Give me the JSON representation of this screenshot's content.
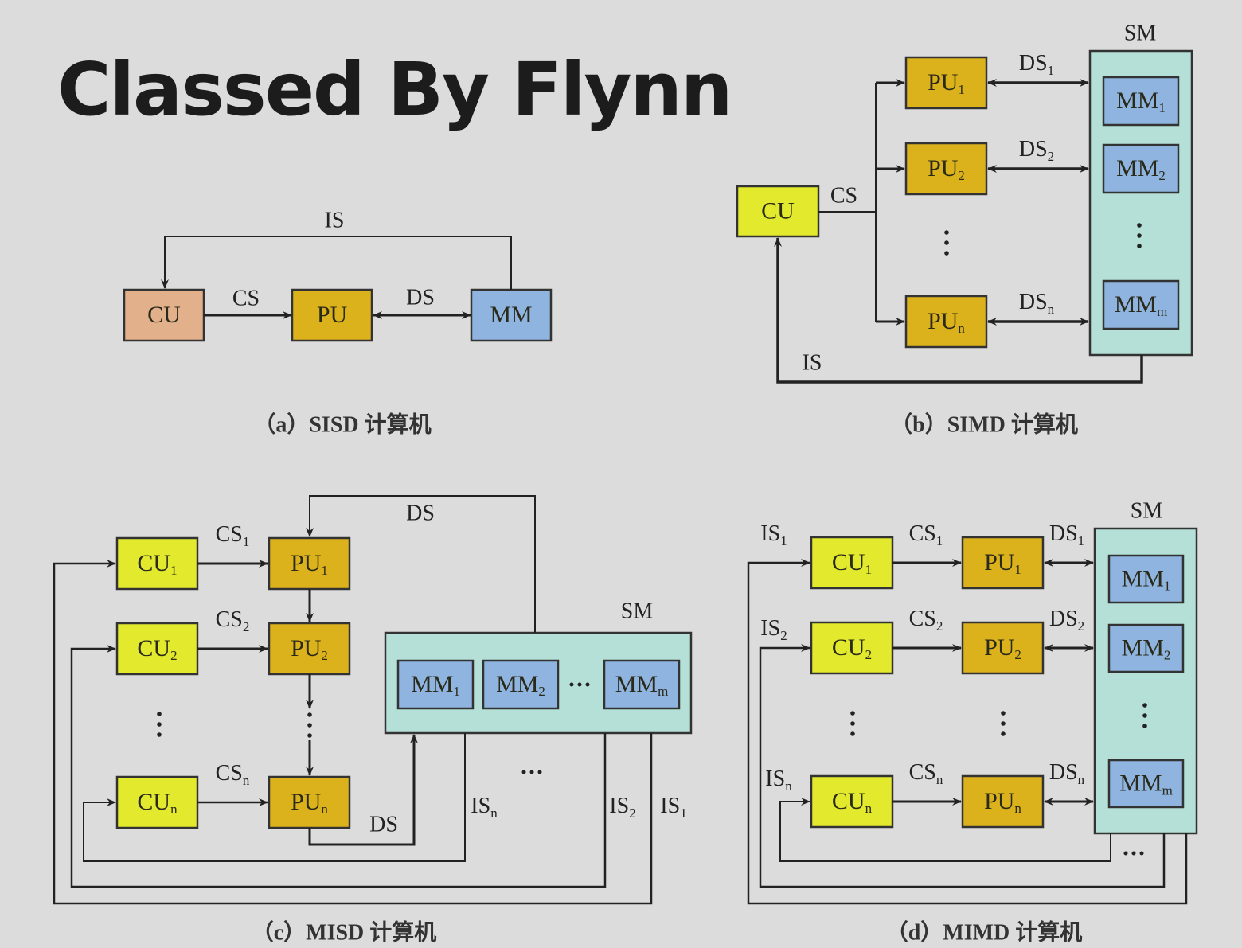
{
  "title": "Classed By Flynn",
  "colors": {
    "background": "#dcdcdc",
    "cu_sisd": "#e2b08a",
    "cu": "#e3ea2e",
    "pu": "#dcb21c",
    "mm": "#8fb4df",
    "sm": "#b5e0d8",
    "line": "#222222"
  },
  "diagrams": {
    "sisd": {
      "caption": "（a）SISD 计算机",
      "cu": "CU",
      "pu": "PU",
      "mm": "MM",
      "is": "IS",
      "cs": "CS",
      "ds": "DS"
    },
    "simd": {
      "caption": "（b）SIMD 计算机",
      "sm": "SM",
      "cu": "CU",
      "cs": "CS",
      "is": "IS",
      "pus": [
        {
          "base": "PU",
          "sub": "1"
        },
        {
          "base": "PU",
          "sub": "2"
        },
        {
          "base": "PU",
          "sub": "n"
        }
      ],
      "mms": [
        {
          "base": "MM",
          "sub": "1"
        },
        {
          "base": "MM",
          "sub": "2"
        },
        {
          "base": "MM",
          "sub": "m"
        }
      ],
      "dss": [
        {
          "base": "DS",
          "sub": "1"
        },
        {
          "base": "DS",
          "sub": "2"
        },
        {
          "base": "DS",
          "sub": "n"
        }
      ],
      "ellipsis": "⋮"
    },
    "misd": {
      "caption": "（c）MISD 计算机",
      "sm": "SM",
      "ds_top": "DS",
      "ds_bottom": "DS",
      "cus": [
        {
          "base": "CU",
          "sub": "1"
        },
        {
          "base": "CU",
          "sub": "2"
        },
        {
          "base": "CU",
          "sub": "n"
        }
      ],
      "pus": [
        {
          "base": "PU",
          "sub": "1"
        },
        {
          "base": "PU",
          "sub": "2"
        },
        {
          "base": "PU",
          "sub": "n"
        }
      ],
      "css": [
        {
          "base": "CS",
          "sub": "1"
        },
        {
          "base": "CS",
          "sub": "2"
        },
        {
          "base": "CS",
          "sub": "n"
        }
      ],
      "mms": [
        {
          "base": "MM",
          "sub": "1"
        },
        {
          "base": "MM",
          "sub": "2"
        },
        {
          "base": "MM",
          "sub": "m"
        }
      ],
      "iss": [
        {
          "base": "IS",
          "sub": "n"
        },
        {
          "base": "IS",
          "sub": "2"
        },
        {
          "base": "IS",
          "sub": "1"
        }
      ],
      "ellipsis_v": "⋮",
      "ellipsis_h": "···"
    },
    "mimd": {
      "caption": "（d）MIMD 计算机",
      "sm": "SM",
      "iss": [
        {
          "base": "IS",
          "sub": "1"
        },
        {
          "base": "IS",
          "sub": "2"
        },
        {
          "base": "IS",
          "sub": "n"
        }
      ],
      "cus": [
        {
          "base": "CU",
          "sub": "1"
        },
        {
          "base": "CU",
          "sub": "2"
        },
        {
          "base": "CU",
          "sub": "n"
        }
      ],
      "css": [
        {
          "base": "CS",
          "sub": "1"
        },
        {
          "base": "CS",
          "sub": "2"
        },
        {
          "base": "CS",
          "sub": "n"
        }
      ],
      "pus": [
        {
          "base": "PU",
          "sub": "1"
        },
        {
          "base": "PU",
          "sub": "2"
        },
        {
          "base": "PU",
          "sub": "n"
        }
      ],
      "dss": [
        {
          "base": "DS",
          "sub": "1"
        },
        {
          "base": "DS",
          "sub": "2"
        },
        {
          "base": "DS",
          "sub": "n"
        }
      ],
      "mms": [
        {
          "base": "MM",
          "sub": "1"
        },
        {
          "base": "MM",
          "sub": "2"
        },
        {
          "base": "MM",
          "sub": "m"
        }
      ],
      "ellipsis_v": "⋮",
      "ellipsis_h": "···"
    }
  }
}
